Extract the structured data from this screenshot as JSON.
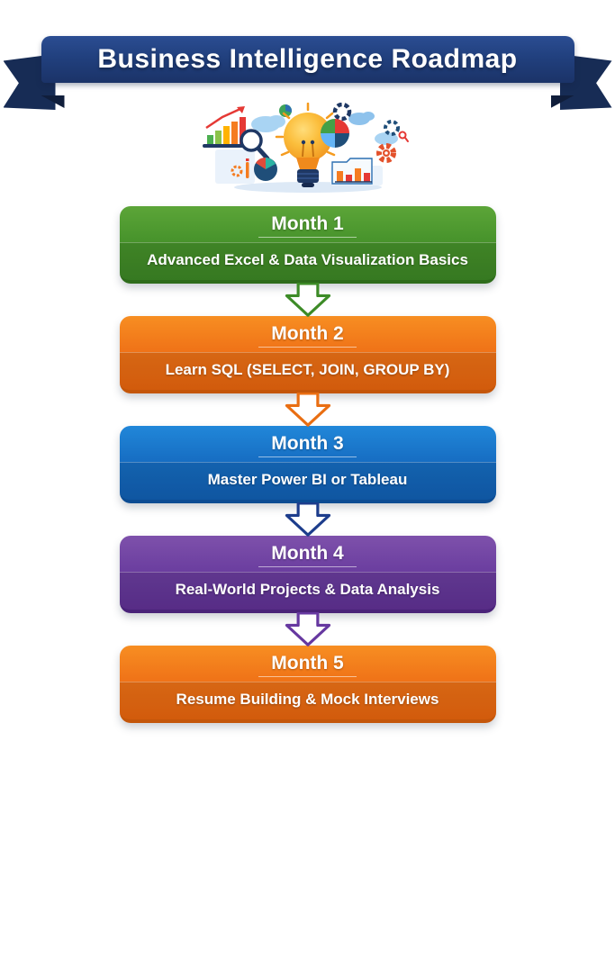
{
  "page": {
    "background_color": "#FFFFFF"
  },
  "banner": {
    "title": "Business Intelligence Roadmap",
    "ribbon_color": "#21407E",
    "ribbon_tail_color": "#172C55",
    "text_color": "#FFFFFF"
  },
  "illustration": {
    "description": "lightbulb surrounded by bar charts, pie charts, gears, clouds and a magnifying glass",
    "icons": [
      "lightbulb-icon",
      "bar-chart-icon",
      "trend-arrow-icon",
      "magnifier-icon",
      "pie-chart-icon",
      "gear-icon",
      "cloud-icon"
    ]
  },
  "roadmap": {
    "steps": [
      {
        "month": "Month 1",
        "label": "Advanced Excel & Data Visualization Basics",
        "color": "#48942C",
        "arrow_color": "#3D8B27"
      },
      {
        "month": "Month 2",
        "label": "Learn SQL (SELECT, JOIN, GROUP BY)",
        "color": "#F07418",
        "arrow_color": "#E96E12"
      },
      {
        "month": "Month 3",
        "label": "Master Power BI or Tableau",
        "color": "#176FC4",
        "arrow_color": "#1D3D8C"
      },
      {
        "month": "Month 4",
        "label": "Real-World Projects & Data Analysis",
        "color": "#6C3FA0",
        "arrow_color": "#6638A0"
      },
      {
        "month": "Month 5",
        "label": "Resume Building & Mock Interviews",
        "color": "#F07418",
        "arrow_color": null
      }
    ]
  }
}
